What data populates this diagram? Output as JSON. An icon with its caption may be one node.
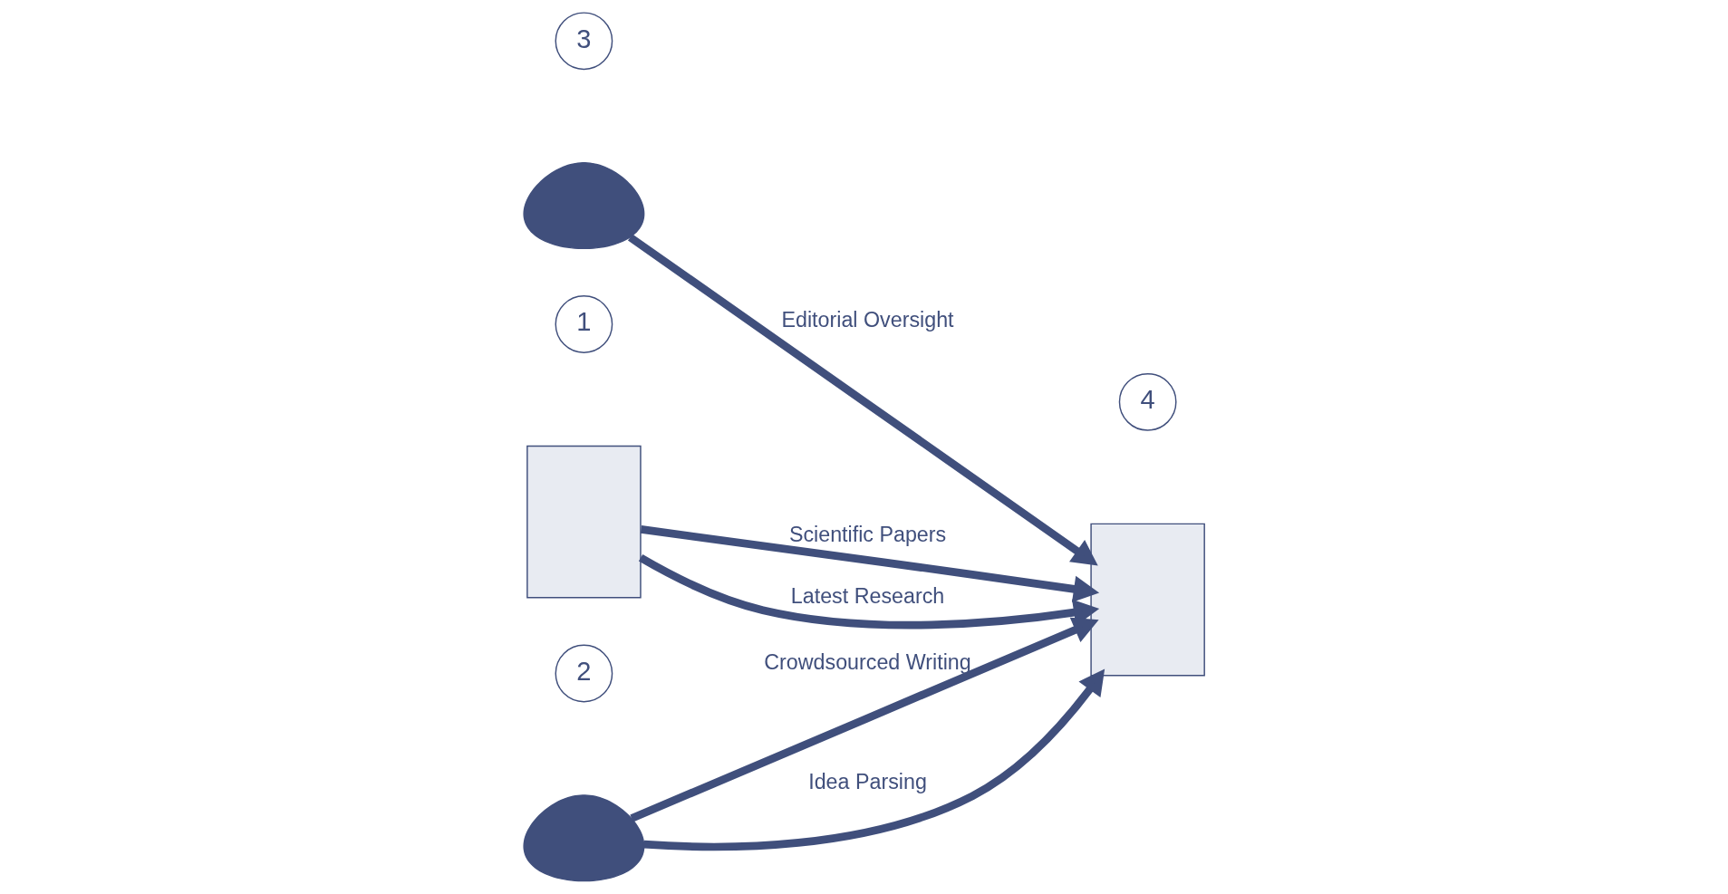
{
  "diagram": {
    "nodes": [
      {
        "text": [
          "3"
        ]
      },
      {
        "text": [],
        "shape": "person"
      },
      {
        "text": [
          "1"
        ]
      },
      {
        "text": [],
        "shape": "box"
      },
      {
        "text": [
          "2"
        ]
      },
      {
        "text": [],
        "shape": "person"
      },
      {
        "text": [
          "4"
        ]
      },
      {
        "text": [],
        "shape": "box"
      }
    ],
    "edges": [
      {
        "from": 1,
        "to": 7,
        "arrow": "to",
        "label": "Editorial Oversight"
      },
      {
        "from": 3,
        "to": 7,
        "arrow": "to",
        "label": "Scientific Papers"
      },
      {
        "from": 3,
        "to": 7,
        "arrow": "to",
        "label": "Latest Research"
      },
      {
        "from": 5,
        "to": 7,
        "arrow": "to",
        "label": "Crowdsourced Writing"
      },
      {
        "from": 5,
        "to": 7,
        "arrow": "to",
        "label": "Idea Parsing"
      }
    ]
  }
}
